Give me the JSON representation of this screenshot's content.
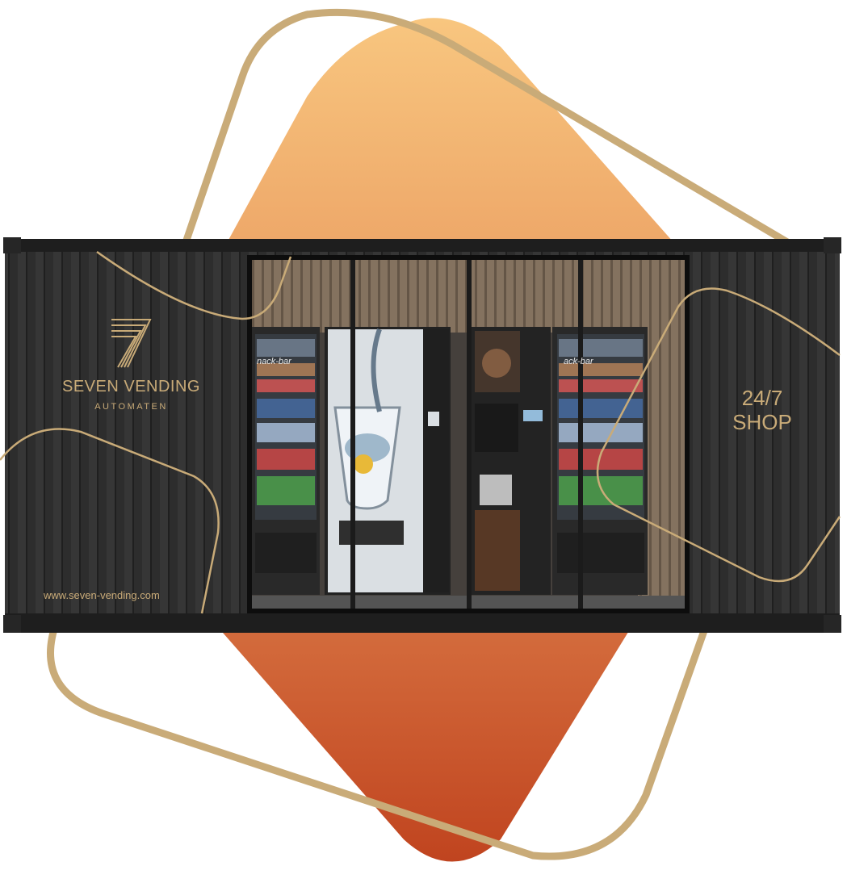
{
  "brand": {
    "name": "SEVEN VENDING",
    "subtitle": "AUTOMATEN",
    "website": "www.seven-vending.com"
  },
  "sign": {
    "hours": "24/7",
    "word": "SHOP"
  },
  "machine_labels": {
    "left": "nack-bar",
    "right": "ack-bar"
  },
  "colors": {
    "gold": "#c9ab78",
    "container": "#2b2b2b",
    "orange_top": "#f8c67f",
    "orange_bottom": "#c0441f"
  },
  "icons": {
    "logo": "seven-logo-icon"
  }
}
